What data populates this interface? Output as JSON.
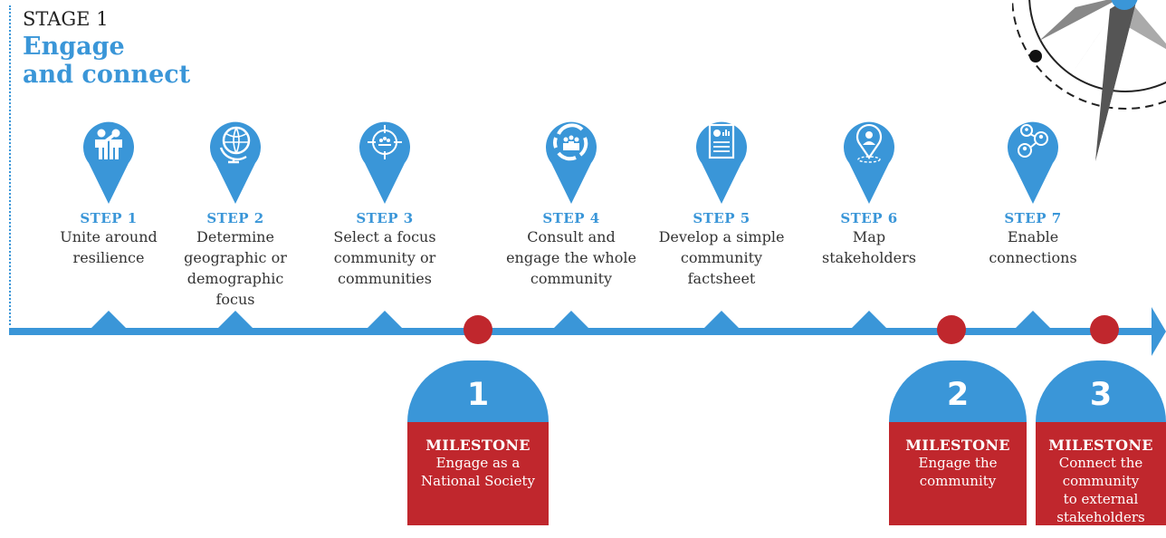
{
  "stage": {
    "label": "STAGE 1",
    "title_line1": "Engage",
    "title_line2": "and connect"
  },
  "steps": [
    {
      "number": "STEP 1",
      "lines": [
        "Unite around",
        "resilience",
        ""
      ],
      "icon": "two-people-icon"
    },
    {
      "number": "STEP 2",
      "lines": [
        "Determine",
        "geographic or",
        "demographic focus"
      ],
      "icon": "globe-icon"
    },
    {
      "number": "STEP 3",
      "lines": [
        "Select a focus",
        "community or",
        "communities"
      ],
      "icon": "target-icon"
    },
    {
      "number": "STEP 4",
      "lines": [
        "Consult and",
        "engage the whole",
        "community"
      ],
      "icon": "community-cycle-icon"
    },
    {
      "number": "STEP 5",
      "lines": [
        "Develop a simple",
        "community",
        "factsheet"
      ],
      "icon": "factsheet-icon"
    },
    {
      "number": "STEP 6",
      "lines": [
        "Map",
        "stakeholders",
        ""
      ],
      "icon": "map-pin-icon"
    },
    {
      "number": "STEP 7",
      "lines": [
        "Enable",
        "connections",
        ""
      ],
      "icon": "network-icon"
    }
  ],
  "milestones": [
    {
      "number": "1",
      "title": "MILESTONE",
      "lines": [
        "Engage as a",
        "National Society",
        "",
        ""
      ]
    },
    {
      "number": "2",
      "title": "MILESTONE",
      "lines": [
        "Engage the",
        "community",
        "",
        ""
      ]
    },
    {
      "number": "3",
      "title": "MILESTONE",
      "lines": [
        "Connect  the",
        "community",
        "to external",
        "stakeholders"
      ]
    }
  ],
  "colors": {
    "blue": "#3a96d8",
    "red": "#c0272d",
    "text": "#333333"
  }
}
